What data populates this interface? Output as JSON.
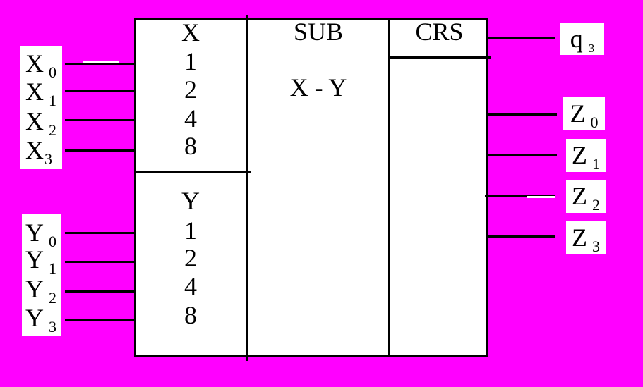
{
  "colors": {
    "background": "#FF00FF",
    "line": "#000000",
    "box_fill": "#FFFFFF",
    "text": "#000000"
  },
  "block": {
    "x_section": {
      "header": "X",
      "weights": [
        "1",
        "2",
        "4",
        "8"
      ]
    },
    "y_section": {
      "header": "Y",
      "weights": [
        "1",
        "2",
        "4",
        "8"
      ]
    },
    "function_section": {
      "name": "SUB",
      "operation": "X - Y"
    },
    "carry_section": {
      "name": "CRS"
    }
  },
  "inputs": {
    "x": [
      {
        "base": "X",
        "sub": "0"
      },
      {
        "base": "X",
        "sub": "1"
      },
      {
        "base": "X",
        "sub": "2"
      },
      {
        "base": "X",
        "sub": "3"
      }
    ],
    "y": [
      {
        "base": "Y",
        "sub": "0"
      },
      {
        "base": "Y",
        "sub": "1"
      },
      {
        "base": "Y",
        "sub": "2"
      },
      {
        "base": "Y",
        "sub": "3"
      }
    ]
  },
  "outputs": {
    "carry": {
      "base": "q",
      "sub": "3"
    },
    "z": [
      {
        "base": "Z",
        "sub": "0"
      },
      {
        "base": "Z",
        "sub": "1"
      },
      {
        "base": "Z",
        "sub": "2"
      },
      {
        "base": "Z",
        "sub": "3"
      }
    ]
  }
}
